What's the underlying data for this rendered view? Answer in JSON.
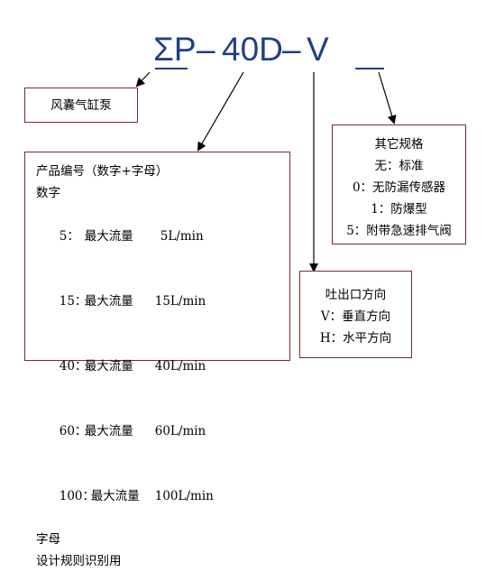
{
  "model_code": {
    "sigma_p": "ΣP",
    "dash1": "–",
    "number": "40D",
    "dash2": "–",
    "v": "V"
  },
  "pump_box": {
    "label": "风囊气缸泵"
  },
  "product_box": {
    "title": "产品编号（数字+字母）",
    "digits_label": "数字",
    "rows": [
      {
        "code": "5：",
        "label": "最大流量",
        "value": "5L/min"
      },
      {
        "code": "15：",
        "label": "最大流量",
        "value": "15L/min"
      },
      {
        "code": "40：",
        "label": "最大流量",
        "value": "40L/min"
      },
      {
        "code": "60：",
        "label": "最大流量",
        "value": "60L/min"
      },
      {
        "code": "100：",
        "label": "最大流量",
        "value": "100L/min"
      }
    ],
    "letters_label": "字母",
    "letters_desc": "设计规则识别用"
  },
  "spec_box": {
    "title": "其它规格",
    "items": [
      "无：标准",
      "0：无防漏传感器",
      "1：防爆型",
      "5：附带急速排气阀"
    ]
  },
  "outlet_box": {
    "title": "吐出口方向",
    "items": [
      "V：垂直方向",
      "H：水平方向"
    ]
  },
  "colors": {
    "model_text": "#1f3f86",
    "box_border": "#7a2a2a"
  }
}
